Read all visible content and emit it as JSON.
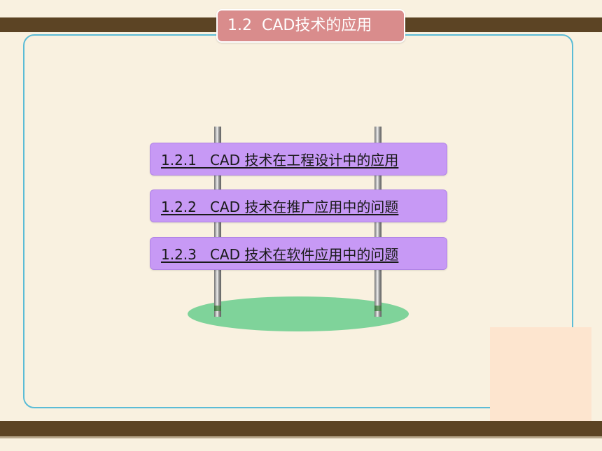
{
  "header": {
    "section_title": "1.2  CAD技术的应用"
  },
  "menu": {
    "items": [
      {
        "label": "1.2.1   CAD 技术在工程设计中的应用"
      },
      {
        "label": "1.2.2   CAD 技术在推广应用中的问题"
      },
      {
        "label": "1.2.3   CAD 技术在软件应用中的问题"
      }
    ]
  },
  "colors": {
    "background": "#f9f1e0",
    "bar": "#5c4424",
    "title_tab": "#d98c8c",
    "frame_border": "#5bbcd6",
    "sign": "#c799f5",
    "ground": "#7fd39a"
  }
}
